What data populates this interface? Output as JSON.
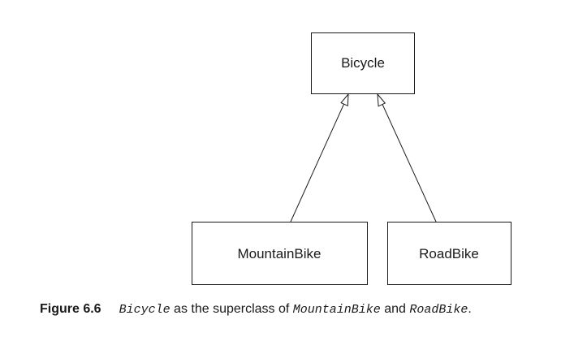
{
  "diagram": {
    "nodes": {
      "bicycle": "Bicycle",
      "mountain_bike": "MountainBike",
      "road_bike": "RoadBike"
    },
    "edges": [
      {
        "from": "mountain_bike",
        "to": "bicycle",
        "type": "inheritance"
      },
      {
        "from": "road_bike",
        "to": "bicycle",
        "type": "inheritance"
      }
    ]
  },
  "caption": {
    "label": "Figure 6.6",
    "superclass": "Bicycle",
    "text_1": " as the superclass of ",
    "subclass_1": "MountainBike",
    "text_2": " and ",
    "subclass_2": "RoadBike",
    "text_3": "."
  }
}
